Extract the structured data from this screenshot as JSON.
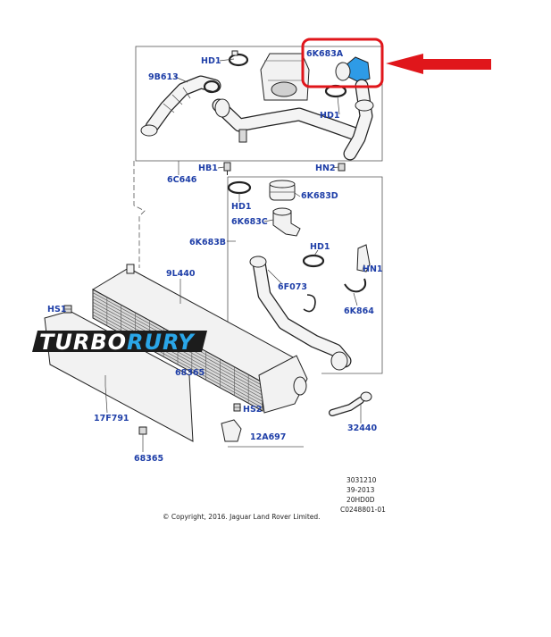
{
  "labels": {
    "hd1_a": "HD1",
    "l9b613": "9B613",
    "l6k683a": "6K683A",
    "hd1_b": "HD1",
    "hb1": "HB1",
    "hn2": "HN2",
    "l6c646": "6C646",
    "hd1_c": "HD1",
    "l6k683d": "6K683D",
    "l6k683c": "6K683C",
    "l6k683b": "6K683B",
    "hd1_d": "HD1",
    "hn1": "HN1",
    "l9l440": "9L440",
    "l6f073": "6F073",
    "l6k864": "6K864",
    "hs1": "HS1",
    "l68365_a": "68365",
    "l17f791": "17F791",
    "hs2": "HS2",
    "l12a697": "12A697",
    "l32440": "32440",
    "l68365_b": "68365"
  },
  "meta": {
    "ref1": "3031210",
    "ref2": "39-2013",
    "ref3": "20HD0D",
    "ref4": "C0248801-01",
    "copyright": "© Copyright, 2016. Jaguar Land Rover Limited."
  },
  "watermark": {
    "part1": "TURBO",
    "part2": "RURY"
  },
  "colors": {
    "label": "#1f3fa8",
    "highlight": "#e0161b",
    "highlight_part": "#2e9be6",
    "watermark_bg": "#1c1c1c",
    "watermark_accent": "#2aa6e8"
  }
}
